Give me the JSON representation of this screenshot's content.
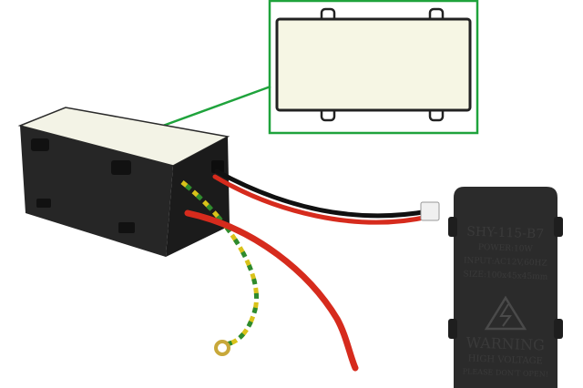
{
  "label": {
    "model": "SHY-115-B7",
    "power": "POWER:10W",
    "input": "INPUT:AC12V,60HZ",
    "size": "SIZE:100x45x45mm",
    "warning": "WARNING",
    "high_voltage": "HIGH VOLTAGE",
    "caution": "PLEASE DON'T OPEN!"
  },
  "colors": {
    "callout_green": "#1fa33c",
    "panel_white": "#f6f6e4",
    "box_black": "#242424",
    "wire_red": "#d62b1d",
    "wire_yellow": "#d9c21a",
    "wire_green": "#2e8b2e"
  }
}
